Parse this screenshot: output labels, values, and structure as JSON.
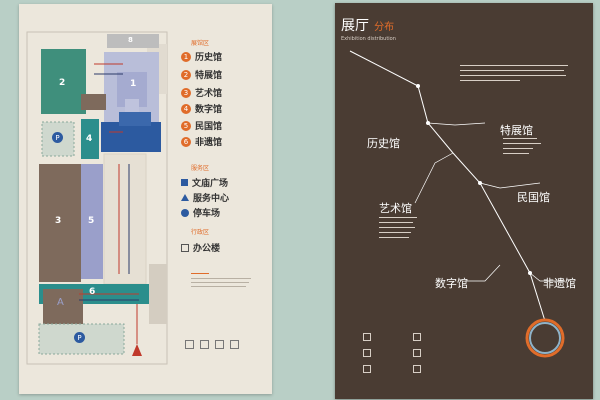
{
  "colors": {
    "background": "#b9cfc6",
    "left_poster": "#ece7dc",
    "right_poster": "#4a3c33",
    "accent_orange": "#e06c2a",
    "teal": "#2b8e8c",
    "green": "#3f8f7c",
    "brown": "#7e6a5c",
    "lavender": "#9a9fca",
    "blue": "#2c5aa0"
  },
  "map": {
    "blocks": [
      "1",
      "2",
      "3",
      "4",
      "5",
      "6",
      "8"
    ],
    "parking_symbol": "P",
    "people_symbol": "A"
  },
  "legend": {
    "section_exhibit": "展馆区",
    "halls": [
      {
        "num": "1",
        "name": "历史馆"
      },
      {
        "num": "2",
        "name": "特展馆"
      },
      {
        "num": "3",
        "name": "艺术馆"
      },
      {
        "num": "4",
        "name": "数字馆"
      },
      {
        "num": "5",
        "name": "民国馆"
      },
      {
        "num": "6",
        "name": "非遗馆"
      }
    ],
    "section_service": "服务区",
    "services": [
      {
        "icon": "square-icon",
        "name": "文庙广场"
      },
      {
        "icon": "triangle-icon",
        "name": "服务中心"
      },
      {
        "icon": "parking-icon",
        "name": "停车场"
      }
    ],
    "section_office": "行政区",
    "offices": [
      {
        "icon": "square-outline-icon",
        "name": "办公楼"
      }
    ]
  },
  "right": {
    "title_big": "展厅",
    "title_small": "分布",
    "subtitle": "Exhibition distribution",
    "hall_history": "历史馆",
    "hall_special": "特展馆",
    "hall_art": "艺术馆",
    "hall_republic": "民国馆",
    "hall_digital": "数字馆",
    "hall_heritage": "非遗馆"
  }
}
